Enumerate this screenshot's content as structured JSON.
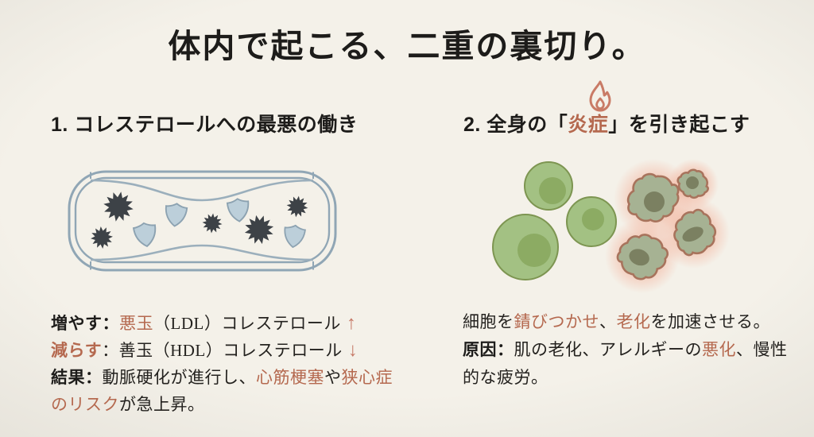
{
  "slide_title": "体内で起こる、二重の裏切り。",
  "colors": {
    "background": "#f4f1e9",
    "text": "#1d1c1a",
    "accent": "#b5694f",
    "arrow": "#c57765",
    "vessel_outline": "#90a6b5",
    "hdl_shield_fill": "#bccfda",
    "ldl_particle": "#3d4247",
    "healthy_cell_fill": "#a3c183",
    "healthy_cell_nucleus": "#8cab63",
    "inflamed_cell_fill": "#a6b293",
    "inflamed_cell_border": "#a8735c",
    "inflamed_cell_nucleus": "#7b8061",
    "inflammation_glow": "#f09a7d"
  },
  "left_section": {
    "heading": "1. コレステロールへの最悪の働き",
    "illustration": "narrowed-blood-vessel-with-ldl-particles-and-hdl-shields",
    "line1": {
      "label": "増やす：",
      "accent1": "悪玉",
      "text1": "（LDL）コレステロール",
      "arrow": "↑"
    },
    "line2": {
      "label": "減らす",
      "text1": "：善玉（HDL）コレステロール",
      "arrow": "↓"
    },
    "line3": {
      "label": "結果：",
      "text1": "動脈硬化が進行し、",
      "accent1": "心筋梗塞",
      "text2": "や",
      "accent2": "狭心症"
    },
    "line4": {
      "accent1": "のリスク",
      "text1": "が急上昇。"
    }
  },
  "right_section": {
    "heading": {
      "prefix": "2. 全身の「",
      "accent": "炎症",
      "suffix": "」を引き起こす"
    },
    "flame_icon": "flame-icon",
    "illustration": "healthy-green-cells-and-inflamed-red-glowing-cells",
    "line1": {
      "text1": "細胞を",
      "accent1": "錆びつかせ",
      "text2": "、",
      "accent2": "老化",
      "text3": "を加速させる。"
    },
    "line2": {
      "label": "原因：",
      "text1": "肌の老化、アレルギーの",
      "accent1": "悪化",
      "text2": "、慢性"
    },
    "line3": {
      "text1": "的な疲労。"
    }
  }
}
